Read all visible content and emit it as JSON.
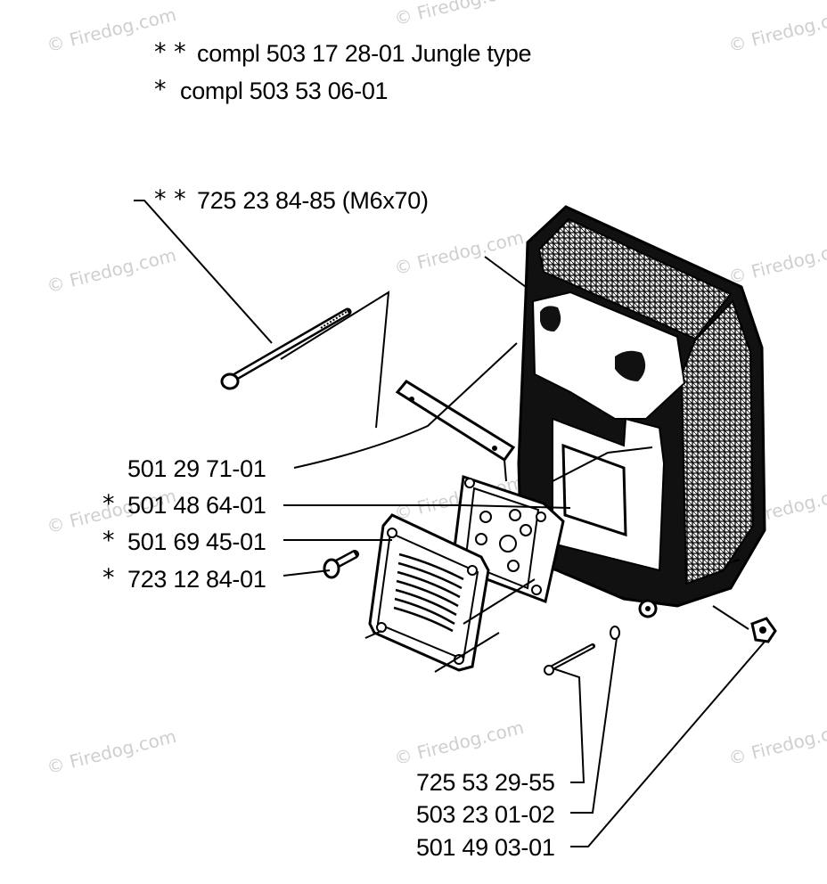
{
  "header": {
    "line1_mark": "* *",
    "line1_text": "compl 503 17 28-01 Jungle type",
    "line2_mark": "*",
    "line2_text": "compl 503 53 06-01"
  },
  "parts": [
    {
      "mark": "* *",
      "number": "725 23 84-85 (M6x70)"
    },
    {
      "mark": "",
      "number": "501 29 71-01"
    },
    {
      "mark": "*",
      "number": "501 48 64-01"
    },
    {
      "mark": "*",
      "number": "501 69 45-01"
    },
    {
      "mark": "*",
      "number": "723 12 84-01"
    },
    {
      "mark": "",
      "number": "725 53 29-55"
    },
    {
      "mark": "",
      "number": "503 23 01-02"
    },
    {
      "mark": "",
      "number": "501 49 03-01"
    }
  ],
  "watermark": "© Firedog.com"
}
